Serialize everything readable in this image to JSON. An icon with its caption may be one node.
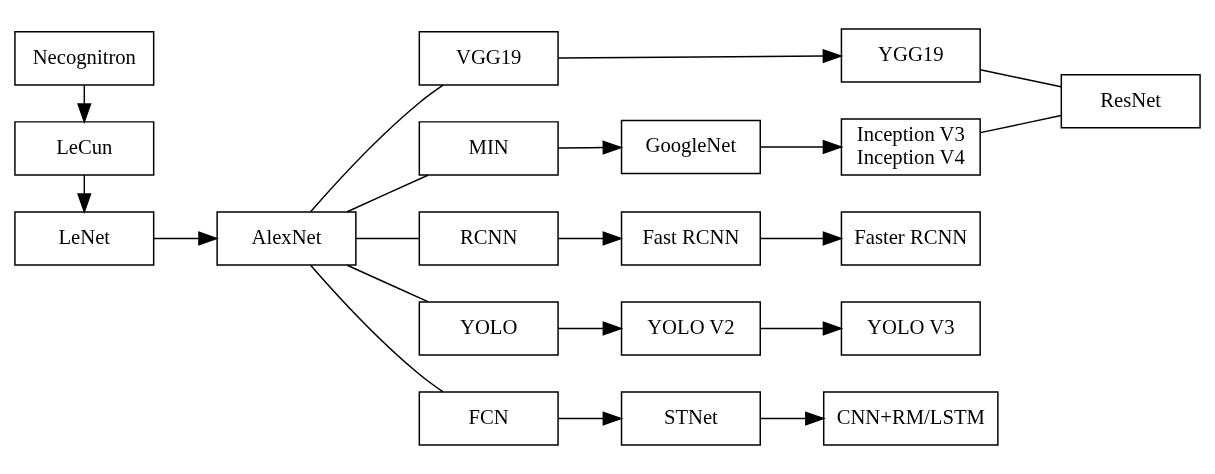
{
  "diagram": {
    "nodes": [
      {
        "text": [
          "Necognitron"
        ]
      },
      {
        "text": [
          "LeCun"
        ]
      },
      {
        "text": [
          "LeNet"
        ]
      },
      {
        "text": [
          "AlexNet"
        ]
      },
      {
        "text": [
          "VGG19"
        ]
      },
      {
        "text": [
          "YGG19"
        ]
      },
      {
        "text": [
          "MIN"
        ]
      },
      {
        "text": [
          "GoogleNet"
        ]
      },
      {
        "text": [
          "Inception V3 Inception V4"
        ]
      },
      {
        "text": [
          "ResNet"
        ]
      },
      {
        "text": [
          "RCNN"
        ]
      },
      {
        "text": [
          "Fast RCNN"
        ]
      },
      {
        "text": [
          "Faster RCNN"
        ]
      },
      {
        "text": [
          "YOLO"
        ]
      },
      {
        "text": [
          "YOLO V2"
        ]
      },
      {
        "text": [
          "YOLO V3"
        ]
      },
      {
        "text": [
          "FCN"
        ]
      },
      {
        "text": [
          "STNet"
        ]
      },
      {
        "text": [
          "CNN+RM/LSTM"
        ]
      }
    ],
    "edges": [
      {
        "from": 0,
        "to": 1,
        "arrow": "to"
      },
      {
        "from": 1,
        "to": 2,
        "arrow": "to"
      },
      {
        "from": 2,
        "to": 3,
        "arrow": "to"
      },
      {
        "from": 3,
        "to": 4,
        "arrow": "none"
      },
      {
        "from": 3,
        "to": 6,
        "arrow": "none"
      },
      {
        "from": 3,
        "to": 10,
        "arrow": "none"
      },
      {
        "from": 3,
        "to": 13,
        "arrow": "none"
      },
      {
        "from": 3,
        "to": 16,
        "arrow": "none"
      },
      {
        "from": 4,
        "to": 5,
        "arrow": "to"
      },
      {
        "from": 6,
        "to": 7,
        "arrow": "to"
      },
      {
        "from": 7,
        "to": 8,
        "arrow": "to"
      },
      {
        "from": 5,
        "to": 9,
        "arrow": "none"
      },
      {
        "from": 8,
        "to": 9,
        "arrow": "none"
      },
      {
        "from": 10,
        "to": 11,
        "arrow": "to"
      },
      {
        "from": 11,
        "to": 12,
        "arrow": "to"
      },
      {
        "from": 13,
        "to": 14,
        "arrow": "to"
      },
      {
        "from": 14,
        "to": 15,
        "arrow": "to"
      },
      {
        "from": 16,
        "to": 17,
        "arrow": "to"
      },
      {
        "from": 17,
        "to": 18,
        "arrow": "to"
      }
    ]
  }
}
